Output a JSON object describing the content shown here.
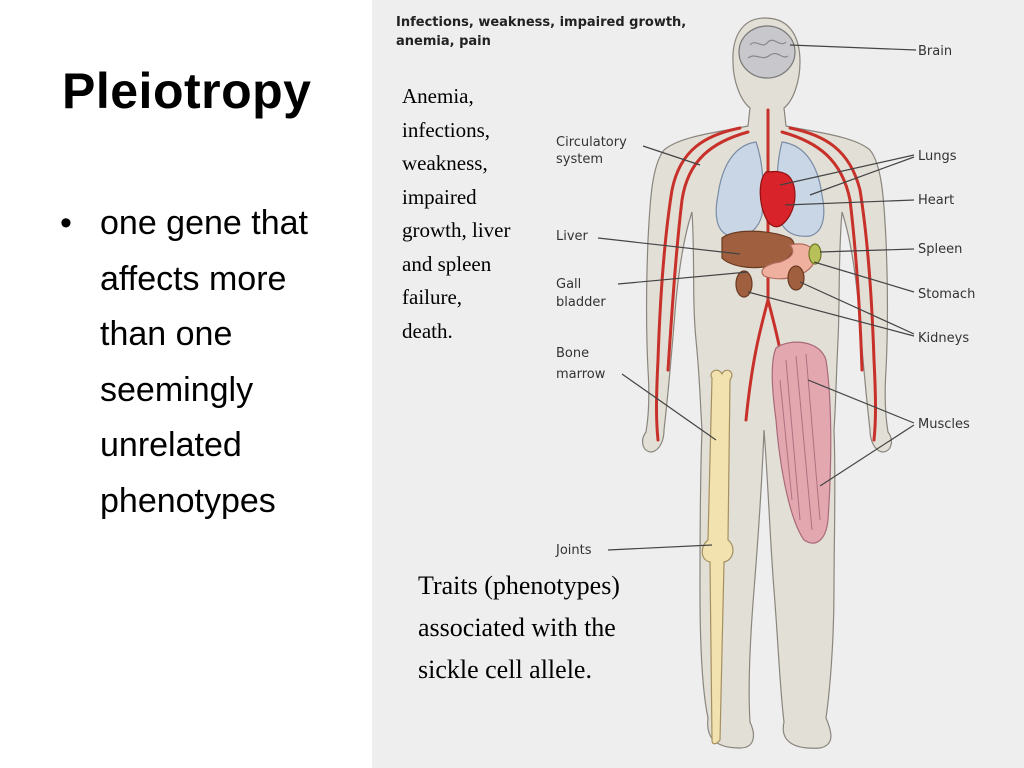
{
  "slide": {
    "title": "Pleiotropy",
    "bullet_glyph": "•",
    "bullet_text": "one gene that affects more than one seemingly unrelated phenotypes"
  },
  "figure": {
    "caption": "Infections, weakness, impaired growth,\nanemia, pain",
    "overlay_anemia": "Anemia,\ninfections,\nweakness,\nimpaired\ngrowth, liver\nand spleen\nfailure,\ndeath.",
    "overlay_traits": "Traits (phenotypes)\nassociated with the\nsickle cell allele.",
    "left_labels": {
      "circulatory_line1": "Circulatory",
      "circulatory_line2": "system",
      "liver": "Liver",
      "gall_line1": "Gall",
      "gall_line2": "bladder",
      "bone_line1": "Bone",
      "bone_line2": "marrow",
      "joints": "Joints"
    },
    "right_labels": {
      "brain": "Brain",
      "lungs": "Lungs",
      "heart": "Heart",
      "spleen": "Spleen",
      "stomach": "Stomach",
      "kidneys": "Kidneys",
      "muscles": "Muscles"
    },
    "colors": {
      "body_fill": "#e2dfd6",
      "body_outline": "#8a867e",
      "vessel": "#c8302a",
      "heart": "#d9232a",
      "lung": "#c9d6e6",
      "liver": "#a06040",
      "stomach": "#f0b0a0",
      "spleen": "#b8c05a",
      "bone": "#f2e2b0",
      "muscle": "#e3a7b0",
      "brain": "#c8c8cc"
    }
  }
}
